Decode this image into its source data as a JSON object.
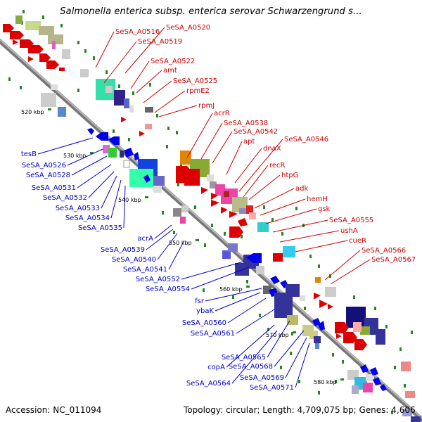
{
  "title": "Salmonella enterica subsp. enterica serovar Schwarzengrund s...",
  "footer": {
    "accession": "Accession: NC_011094",
    "topology": "Topology: circular; Length: 4,709,075 bp; Genes: 4,606"
  },
  "colors": {
    "forward": "#cc0000",
    "reverse": "#0000cc",
    "backbone": "#999999",
    "tick": "#228822"
  },
  "ticks": [
    "520 kbp",
    "530 kbp",
    "540 kbp",
    "550 kbp",
    "560 kbp",
    "570 kbp",
    "580 kbp"
  ],
  "forward_labels": [
    "SeSA_A0516",
    "SeSA_A0520",
    "SeSA_A0519",
    "SeSA_A0522",
    "amt",
    "SeSA_A0525",
    "rpmE2",
    "rpmJ",
    "acrR",
    "SeSA_A0538",
    "SeSA_A0542",
    "apt",
    "dnaX",
    "SeSA_A0546",
    "recR",
    "htpG",
    "adk",
    "hemH",
    "gsk",
    "SeSA_A0555",
    "ushA",
    "cueR",
    "SeSA_A0566",
    "SeSA_A0567"
  ],
  "reverse_labels": [
    "tesB",
    "SeSA_A0526",
    "SeSA_A0528",
    "SeSA_A0531",
    "SeSA_A0532",
    "SeSA_A0533",
    "SeSA_A0534",
    "SeSA_A0535",
    "acrA",
    "SeSA_A0539",
    "SeSA_A0540",
    "SeSA_A0541",
    "SeSA_A0552",
    "SeSA_A0554",
    "fsr",
    "ybaK",
    "SeSA_A0560",
    "SeSA_A0561",
    "SeSA_A0565",
    "copA",
    "SeSA_A0568",
    "SeSA_A0569",
    "SeSA_A0564",
    "SeSA_A0571"
  ]
}
